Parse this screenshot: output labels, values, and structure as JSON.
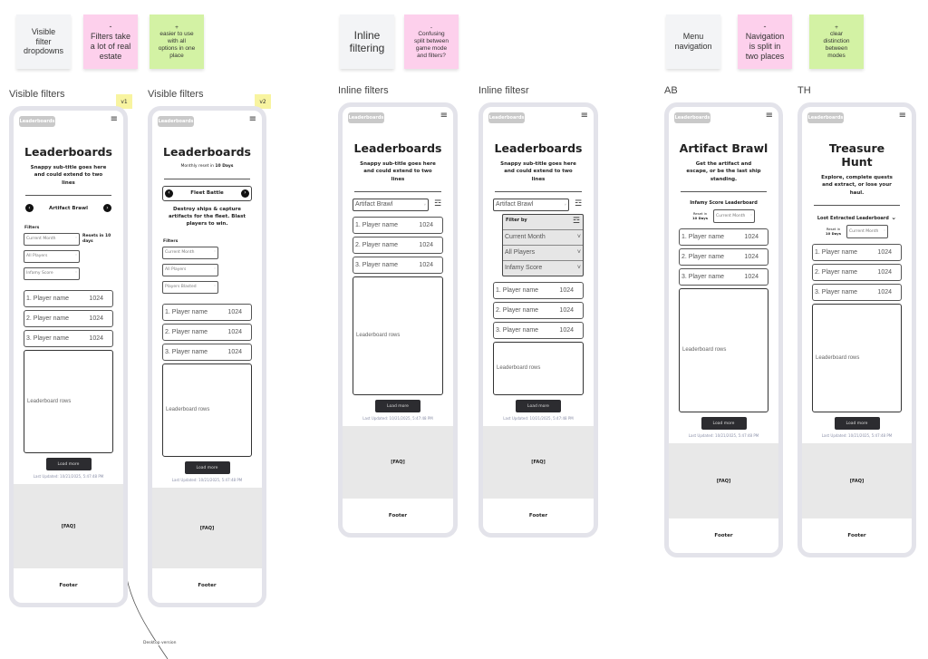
{
  "notes": [
    {
      "text": "Visible\nfilter\ndropdowns",
      "color": "#f3f4f6",
      "size": "big"
    },
    {
      "text": "-\nFilters take\na lot of real\nestate",
      "color": "#fdd0ec",
      "size": "big"
    },
    {
      "text": "+\neasier to use\nwith all\noptions in one\nplace",
      "color": "#d3f2a4",
      "size": "small"
    },
    {
      "text": "Inline\nfiltering",
      "color": "#f3f4f6",
      "size": "xl"
    },
    {
      "text": "-\nConfusing\nsplit between\ngame mode\nand filters?",
      "color": "#fdd0ec",
      "size": "small"
    },
    {
      "text": "Menu\nnavigation",
      "color": "#f3f4f6",
      "size": "big"
    },
    {
      "text": "-\nNavigation\nis split in\ntwo places",
      "color": "#fdd0ec",
      "size": "big"
    },
    {
      "text": "+\nclear\ndistinction\nbetween\nmodes",
      "color": "#d3f2a4",
      "size": "small"
    }
  ],
  "connector_label": "Desktop version",
  "phones": [
    {
      "label": "Visible filters",
      "tag": "v1",
      "logo": "Leaderboards",
      "title": "Leaderboards",
      "subtitle": "Snappy sub-title goes here and could extend to two lines",
      "nav": {
        "mode": "Artifact Brawl",
        "boxed": false
      },
      "filters": {
        "label": "Filters",
        "dropdowns": [
          "Current Month",
          "All Players",
          "Infamy Score"
        ],
        "note": "Resets in 10 days"
      },
      "rows": [
        {
          "name": "1. Player name",
          "score": "1024"
        },
        {
          "name": "2. Player name",
          "score": "1024"
        },
        {
          "name": "3. Player name",
          "score": "1024"
        }
      ],
      "rows_placeholder": "Leaderboard rows",
      "load_more": "Load more",
      "updated": "Last Updated: 10/21/2025, 5:47:48 PM",
      "faq": "[FAQ]",
      "footer": "Footer"
    },
    {
      "label": "Visible filters",
      "tag": "v2",
      "logo": "Leaderboards",
      "title": "Leaderboards",
      "subtitle_prefix": "Monthly reset in ",
      "subtitle_bold": "10 Days",
      "nav": {
        "mode": "Fleet Battle",
        "boxed": true
      },
      "description": "Destroy ships & capture artifacts for the fleet. Blast players to win.",
      "filters": {
        "label": "Filters",
        "dropdowns": [
          "Current Month",
          "All Players",
          "Players Blasted"
        ]
      },
      "rows": [
        {
          "name": "1. Player name",
          "score": "1024"
        },
        {
          "name": "2. Player name",
          "score": "1024"
        },
        {
          "name": "3. Player name",
          "score": "1024"
        }
      ],
      "rows_placeholder": "Leaderboard rows",
      "load_more": "Load more",
      "updated": "Last Updated: 10/21/2025, 5:47:48 PM",
      "faq": "[FAQ]",
      "footer": "Footer"
    },
    {
      "label": "Inline filters",
      "logo": "Leaderboards",
      "title": "Leaderboards",
      "subtitle": "Snappy sub-title goes here and could extend to two lines",
      "inline": {
        "mode": "Artifact Brawl"
      },
      "rows": [
        {
          "name": "1. Player name",
          "score": "1024"
        },
        {
          "name": "2. Player name",
          "score": "1024"
        },
        {
          "name": "3. Player name",
          "score": "1024"
        }
      ],
      "rows_placeholder": "Leaderboard rows",
      "load_more": "Load more",
      "updated": "Last Updated: 10/21/2025, 5:47:48 PM",
      "faq": "[FAQ]",
      "footer": "Footer"
    },
    {
      "label": "Inline filtesr",
      "logo": "Leaderboards",
      "title": "Leaderboards",
      "subtitle": "Snappy sub-title goes here and could extend to two lines",
      "inline": {
        "mode": "Artifact Brawl",
        "popup": {
          "title": "Filter by",
          "options": [
            "Current Month",
            "All Players",
            "Infamy Score"
          ]
        }
      },
      "rows": [
        {
          "name": "1. Player name",
          "score": "1024"
        },
        {
          "name": "2. Player name",
          "score": "1024"
        },
        {
          "name": "3. Player name",
          "score": "1024"
        }
      ],
      "rows_placeholder": "Leaderboard rows",
      "load_more": "Load more",
      "updated": "Last Updated: 10/21/2025, 5:47:48 PM",
      "faq": "[FAQ]",
      "footer": "Footer"
    },
    {
      "label": "AB",
      "logo": "Leaderboards",
      "title": "Artifact Brawl",
      "subtitle": "Get the artifact and escape, or be the last ship standing.",
      "board": {
        "name": "Infamy Score Leaderboard",
        "chevron": false,
        "reset_label": "Reset in",
        "reset_value": "10 Days",
        "dropdown": "Current Month"
      },
      "rows": [
        {
          "name": "1. Player name",
          "score": "1024"
        },
        {
          "name": "2. Player name",
          "score": "1024"
        },
        {
          "name": "3. Player name",
          "score": "1024"
        }
      ],
      "rows_placeholder": "Leaderboard rows",
      "load_more": "Load more",
      "updated": "Last Updated: 10/21/2025, 5:47:48 PM",
      "faq": "[FAQ]",
      "footer": "Footer"
    },
    {
      "label": "TH",
      "logo": "Leaderboards",
      "title": "Treasure Hunt",
      "subtitle": "Explore, complete quests and extract, or lose your haul.",
      "board": {
        "name": "Loot Extracted Leaderboard",
        "chevron": true,
        "reset_label": "Reset in",
        "reset_value": "10 Days",
        "dropdown": "Current Month"
      },
      "rows": [
        {
          "name": "1. Player name",
          "score": "1024"
        },
        {
          "name": "2. Player name",
          "score": "1024"
        },
        {
          "name": "3. Player name",
          "score": "1024"
        }
      ],
      "rows_placeholder": "Leaderboard rows",
      "load_more": "Load more",
      "updated": "Last Updated: 10/21/2025, 5:47:48 PM",
      "faq": "[FAQ]",
      "footer": "Footer"
    }
  ]
}
